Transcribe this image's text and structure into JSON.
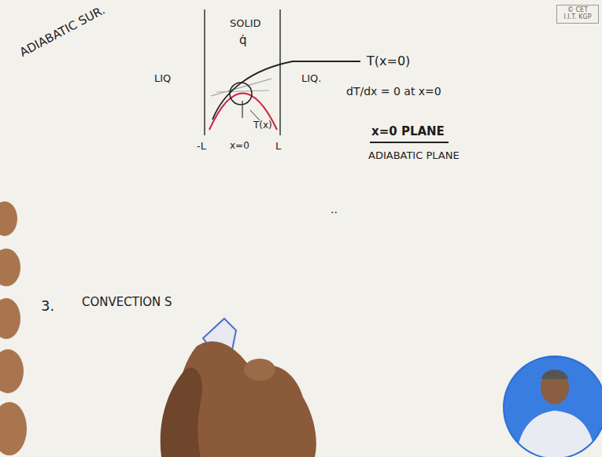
{
  "diagram": {
    "nodes": [
      {
        "text": [
          "© CET I.I.T. KGP"
        ]
      }
    ],
    "labels": [
      "ADIABATIC SUR.",
      "SOLID",
      "q̇",
      "LIQ",
      "LIQ.",
      "T(x=0)",
      "dT/dx = 0 at x=0",
      "T(x)",
      "-L",
      "x=0",
      "L",
      "x=0 PLANE",
      "ADIABATIC PLANE",
      "..",
      "3.",
      "CONVECTION S"
    ]
  }
}
